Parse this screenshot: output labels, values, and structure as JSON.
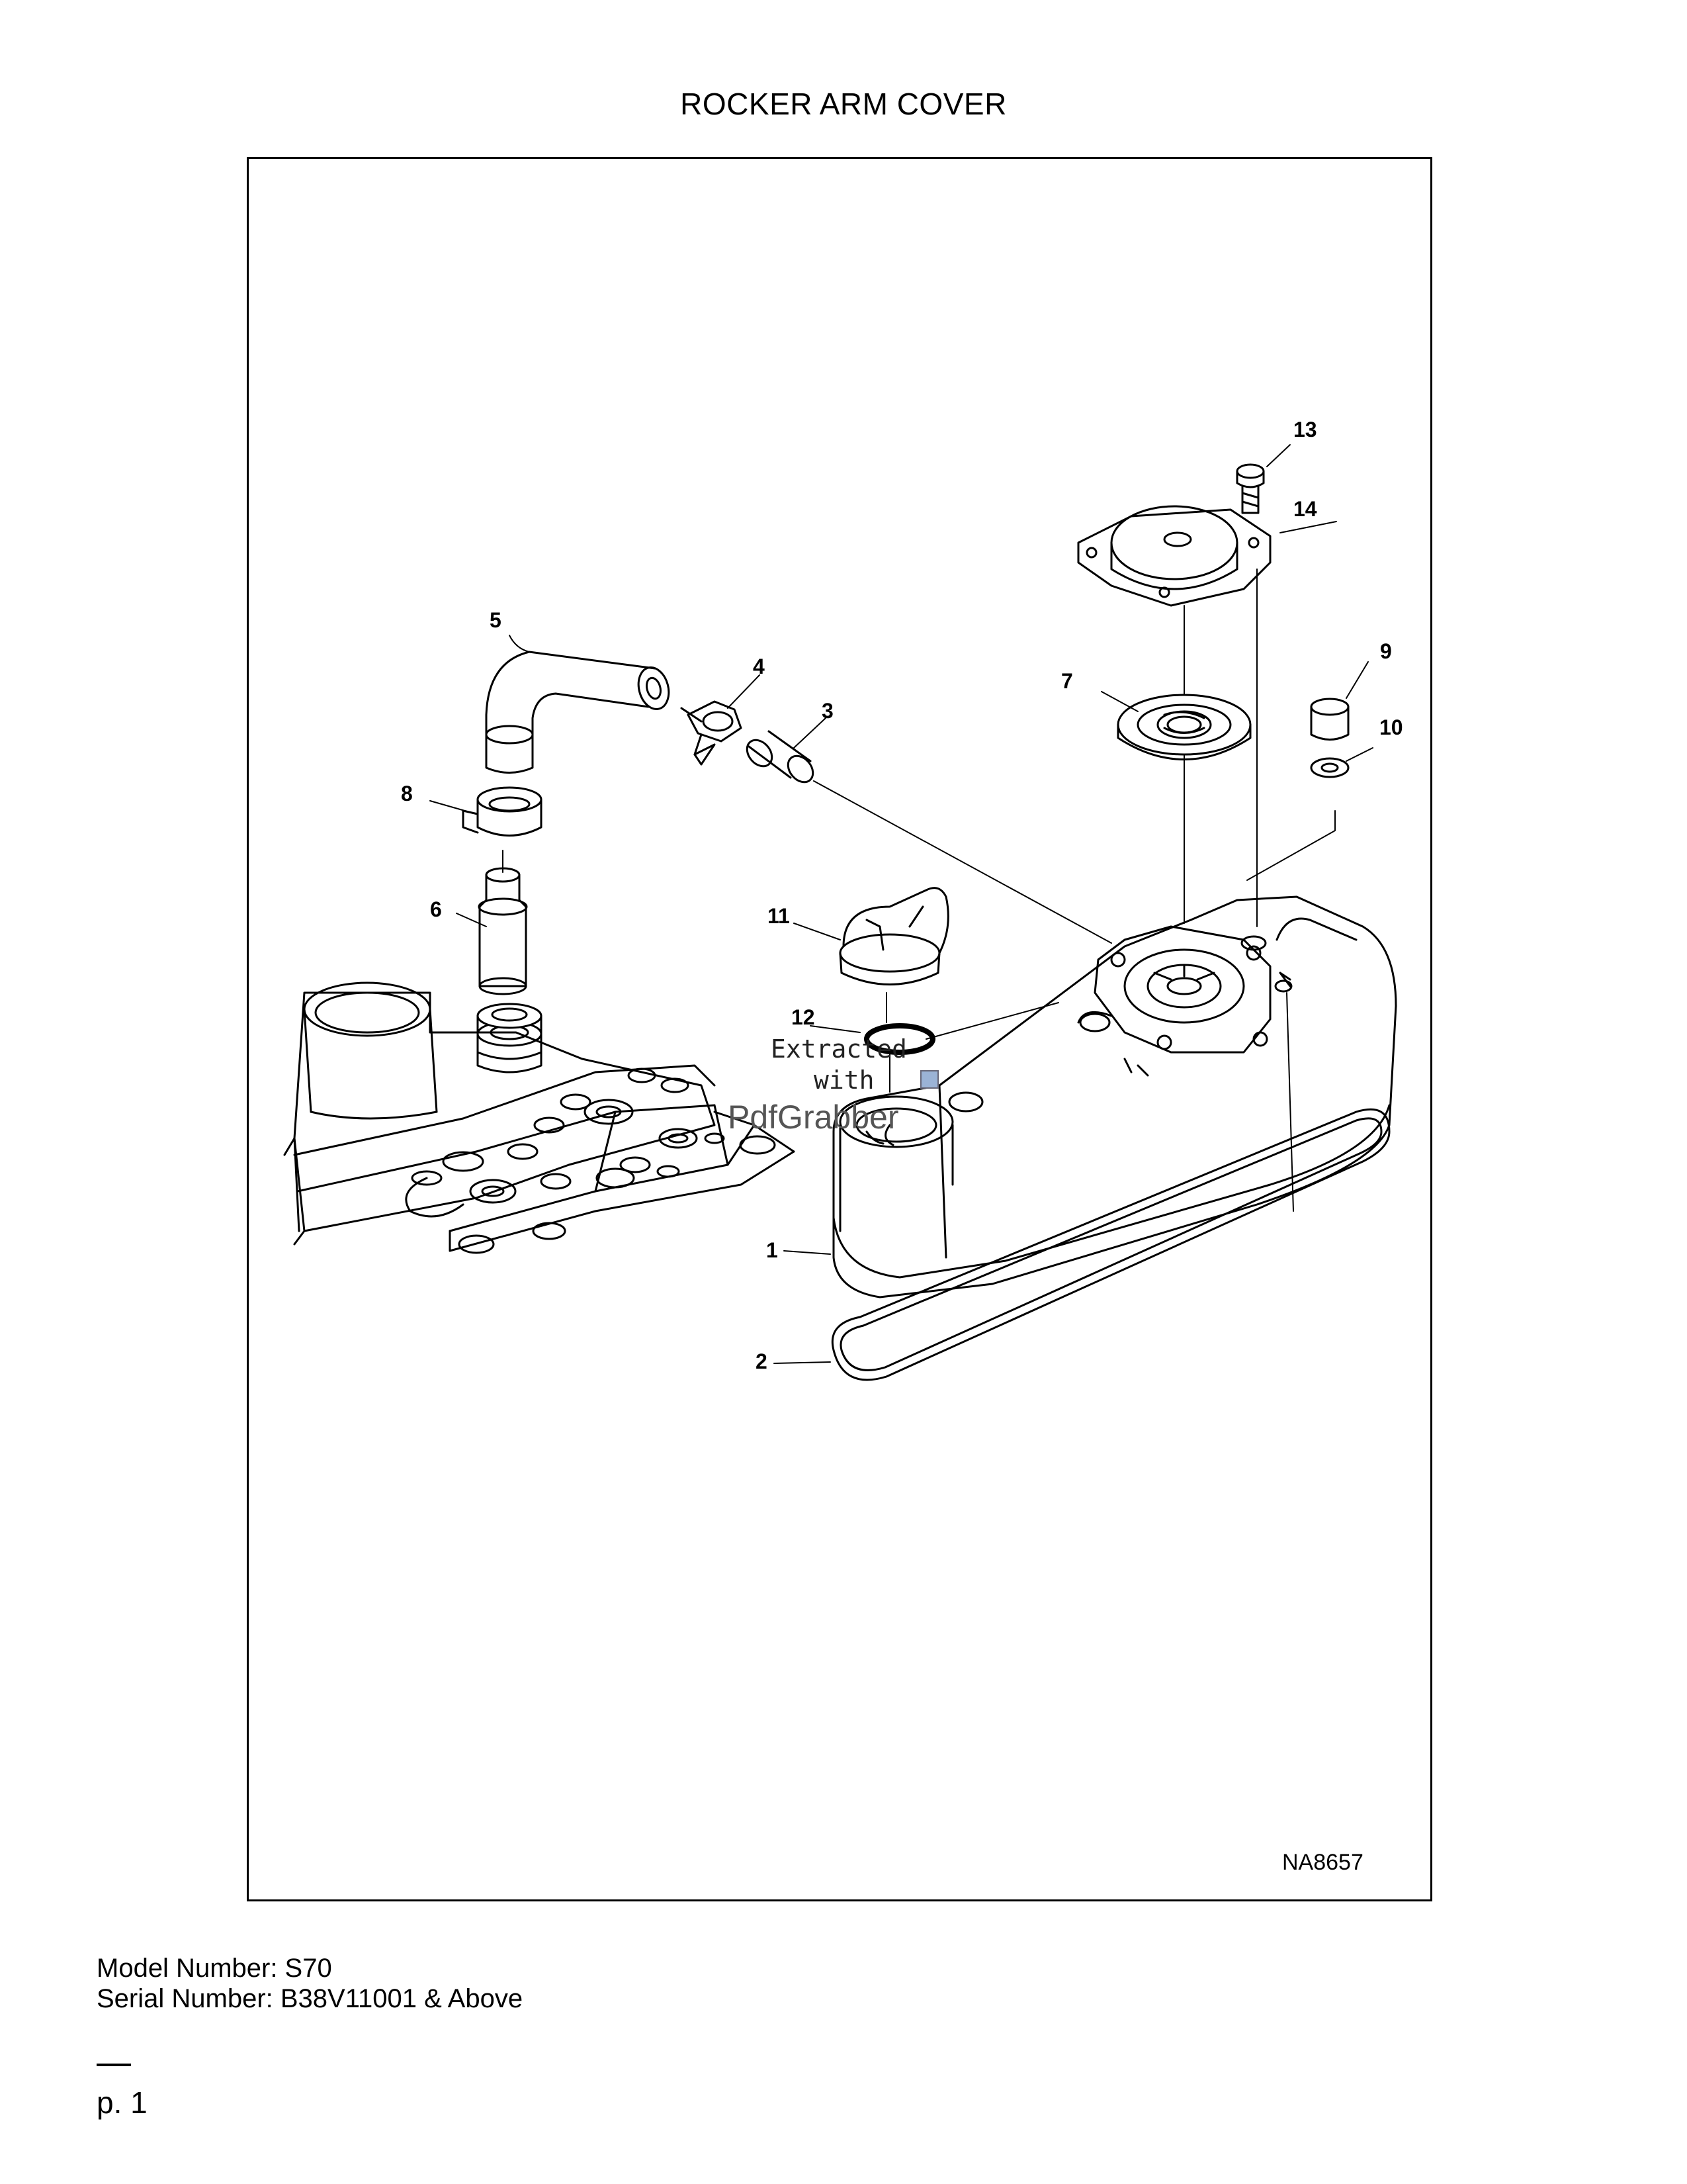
{
  "header": {
    "title": "ROCKER ARM COVER"
  },
  "diagram": {
    "figure_id": "NA8657",
    "callouts": [
      "1",
      "2",
      "3",
      "4",
      "5",
      "6",
      "7",
      "8",
      "9",
      "10",
      "11",
      "12",
      "13",
      "14"
    ],
    "watermark": {
      "line1": "Extracted",
      "line2": "with",
      "brand": "PdfGrabber"
    }
  },
  "footer": {
    "model_number": "Model Number: S70",
    "serial_number": "Serial Number: B38V11001 & Above",
    "page": "p. 1"
  }
}
